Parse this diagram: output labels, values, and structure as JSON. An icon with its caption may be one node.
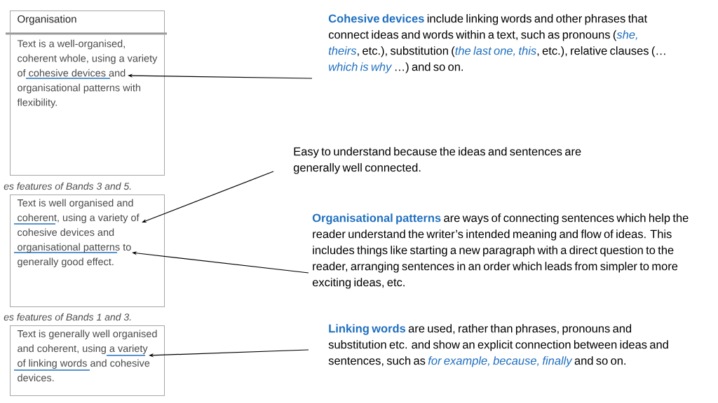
{
  "diagram": {
    "nodes": [
      {
        "text": [
          "Organisation",
          "Text is a well-organised, coherent whole, using a variety of cohesive devices and organisational patterns with flexibility."
        ]
      },
      {
        "text": [
          "Text is well organised and coherent, using a variety of cohesive devices and organisational patterns to generally good effect."
        ]
      },
      {
        "text": [
          "Text is generally well organised and coherent, using a variety of linking words and cohesive devices."
        ]
      },
      {
        "text": [
          "**Cohesive devices** include linking words and other phrases that connect ideas and words within a text, such as pronouns (*she, theirs*, etc.), substitution (*the last one, this*, etc.), relative clauses (… *which is why* …) and so on."
        ]
      },
      {
        "text": [
          "Easy to understand because the ideas and sentences are generally well connected."
        ]
      },
      {
        "text": [
          "**Organisational patterns** are ways of connecting sentences which help the reader understand the writer’s intended meaning and flow of ideas. This includes things like starting a new paragraph with a direct question to the reader, arranging sentences in an order which leads from simpler to more exciting ideas, etc."
        ]
      },
      {
        "text": [
          "**Linking words** are used, rather than phrases, pronouns and substitution etc. and show an explicit connection between ideas and sentences, such as *for example, because, finally* and so on."
        ]
      }
    ],
    "edges": [
      {
        "from": 3,
        "to": 0,
        "arrow": "to"
      },
      {
        "from": 4,
        "to": 1,
        "arrow": "to"
      },
      {
        "from": 5,
        "to": 1,
        "arrow": "to"
      },
      {
        "from": 6,
        "to": 2,
        "arrow": "to"
      }
    ],
    "labels": [
      "es features of Bands 3 and 5.",
      "es features of Bands 1 and 3."
    ]
  }
}
